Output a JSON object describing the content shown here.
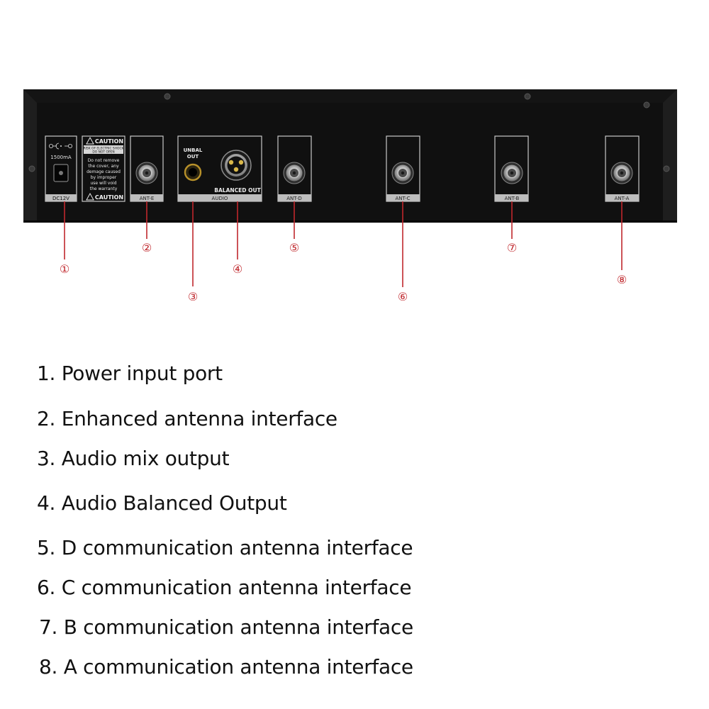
{
  "panel": {
    "power_port": {
      "ratings": "1500mA",
      "label": "DC12V"
    },
    "warning_label": {
      "header": "CAUTION",
      "subheader_line1": "RISK OF ELECTRIC SHOCK",
      "subheader_line2": "DO NOT OPEN",
      "body_lines": [
        "Do not remove",
        "the cover, any",
        "demage caused",
        "by improper",
        "use will void",
        "the warranty"
      ],
      "footer": "CAUTION"
    },
    "audio": {
      "unbal_line1": "UNBAL",
      "unbal_line2": "OUT",
      "balanced_label": "BALANCED OUT",
      "section_label": "AUDIO"
    },
    "antennas": [
      {
        "label": "ANT-E"
      },
      {
        "label": "ANT-D"
      },
      {
        "label": "ANT-C"
      },
      {
        "label": "ANT-B"
      },
      {
        "label": "ANT-A"
      }
    ]
  },
  "callouts": [
    "①",
    "②",
    "③",
    "④",
    "⑤",
    "⑥",
    "⑦",
    "⑧"
  ],
  "legend": [
    "1. Power input port",
    "2. Enhanced antenna interface",
    "3. Audio mix output",
    "4. Audio Balanced Output",
    "5. D communication antenna interface",
    "6. C communication antenna interface",
    "7. B communication antenna interface",
    "8. A communication antenna interface"
  ],
  "colors": {
    "callout": "#c0282d",
    "panel": "#121212",
    "panel_edge": "#2b2b2b",
    "label_box": "#bdbdbd"
  }
}
